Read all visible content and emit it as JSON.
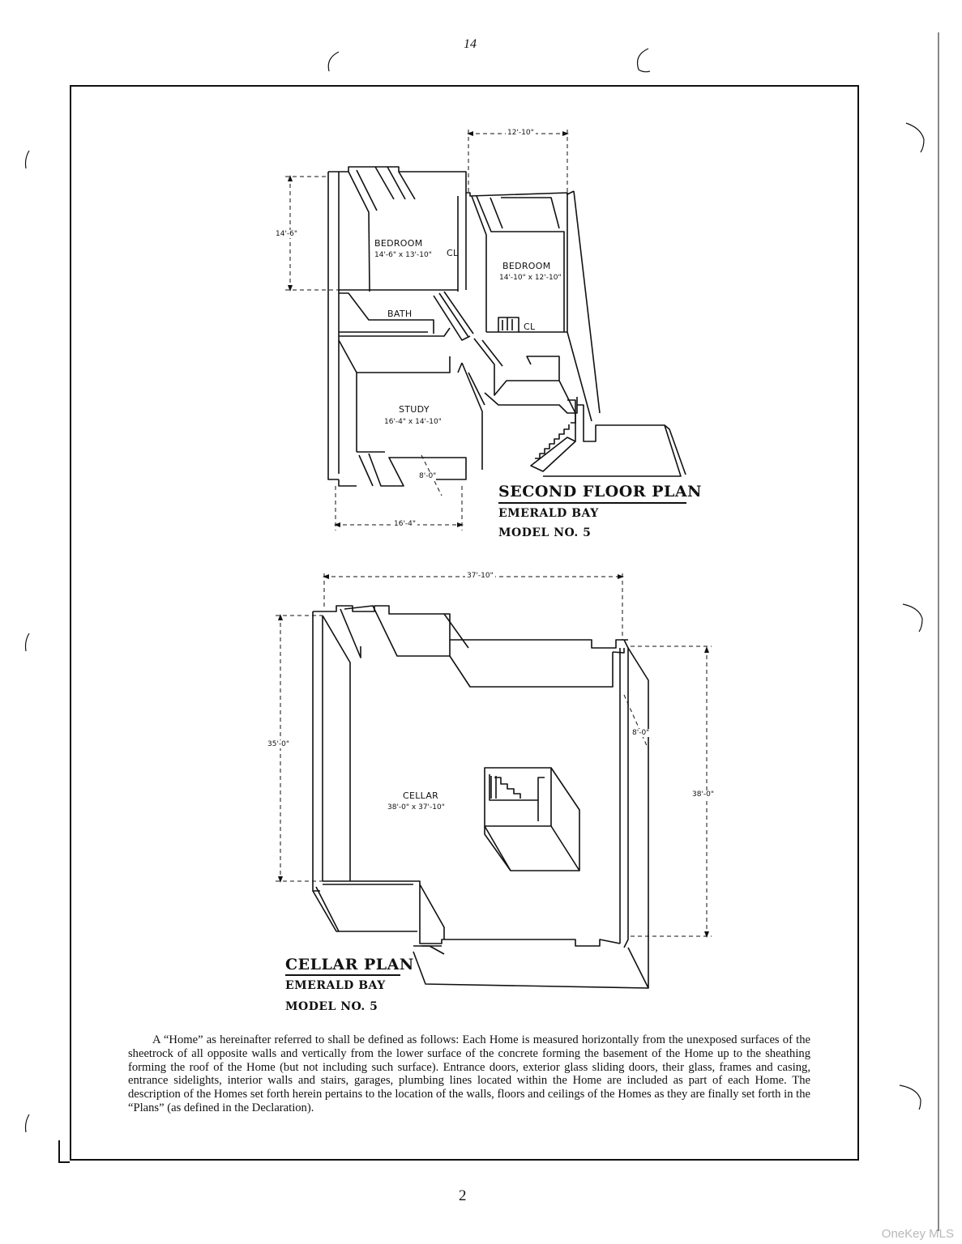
{
  "page": {
    "top_mark": "14",
    "page_number": "2",
    "watermark": "OneKey MLS"
  },
  "second_floor": {
    "title": "SECOND FLOOR PLAN",
    "subtitle": "EMERALD BAY",
    "model": "MODEL NO. 5",
    "rooms": {
      "bedroom1_name": "BEDROOM",
      "bedroom1_size": "14'-6\" x 13'-10\"",
      "bedroom2_name": "BEDROOM",
      "bedroom2_size": "14'-10\" x 12'-10\"",
      "bath": "BATH",
      "study_name": "STUDY",
      "study_size": "16'-4\" x 14'-10\"",
      "closet1": "CL",
      "closet2": "CL"
    },
    "dimensions": {
      "top": "12'-10\"",
      "left": "14'-6\"",
      "bottom": "16'-4\"",
      "inner": "8'-0\""
    }
  },
  "cellar": {
    "title": "CELLAR PLAN",
    "subtitle": "EMERALD BAY",
    "model": "MODEL NO. 5",
    "room_name": "CELLAR",
    "room_size": "38'-0\" x 37'-10\"",
    "dimensions": {
      "top": "37'-10\"",
      "left": "35'-0\"",
      "right": "38'-0\"",
      "inner": "8'-0\""
    }
  },
  "definition_text": "A “Home” as hereinafter referred to shall be defined as follows: Each Home is measured horizontally from the unexposed surfaces of the sheetrock of all opposite walls and vertically from the lower surface of the concrete forming the basement of the Home up to the sheathing forming the roof of the Home (but not including such surface). Entrance doors, exterior glass sliding doors, their glass, frames and casing, entrance sidelights, interior walls and stairs, garages, plumbing lines located within the Home are included as part of each Home. The description of the Homes set forth herein pertains to the location of the walls, floors and ceilings of the Homes as they are finally set forth in the “Plans” (as defined in the Declaration)."
}
